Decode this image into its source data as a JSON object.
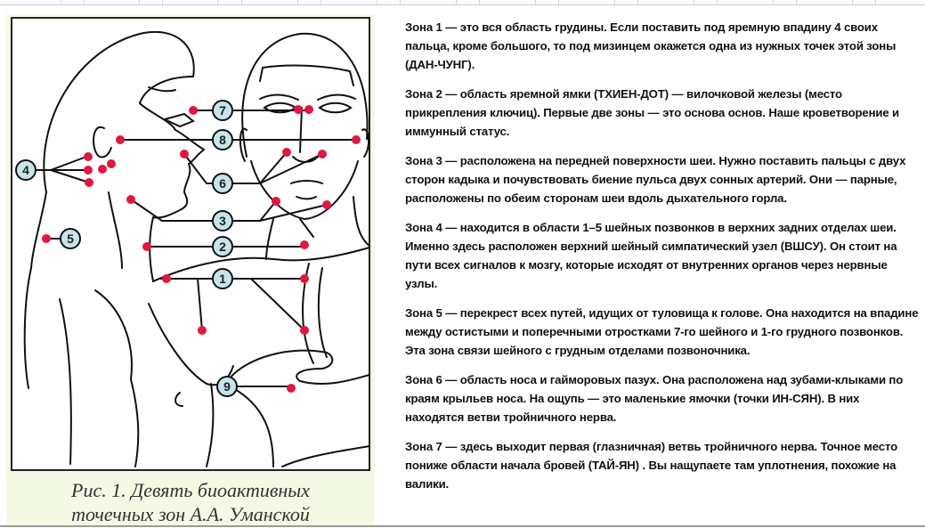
{
  "figure": {
    "caption_line1": "Рис. 1. Девять биоактивных",
    "caption_line2": "точечных зон А.А. Уманской",
    "zone_labels": [
      "1",
      "2",
      "3",
      "4",
      "5",
      "6",
      "7",
      "8",
      "9"
    ],
    "colors": {
      "background": "#f4f9e6",
      "point": "#e0173f",
      "label_fill": "#c7e4ea",
      "line": "#111111"
    }
  },
  "zones": [
    {
      "text": "Зона 1 — это вся область грудины. Если поставить под яремную впадину 4 своих пальца, кроме большого, то под мизинцем окажется одна из нужных точек этой зоны (ДАН-ЧУНГ)."
    },
    {
      "text": "Зона 2 — область яремной ямки (ТХИЕН-ДОТ) — вилочковой железы (место прикрепления ключиц). Первые две зоны — это основа основ. Наше кроветворение и иммунный статус."
    },
    {
      "text": "Зона 3 — расположена на передней поверхности шеи. Нужно поставить пальцы с двух сторон кадыка и почувствовать биение пульса двух сонных артерий. Они — парные, расположены по обеим сторонам шеи вдоль дыхательного горла."
    },
    {
      "text": "Зона 4 — находится в области 1–5 шейных позвонков в верхних задних отделах шеи. Именно здесь расположен верхний шейный симпатический узел (ВШСУ). Он стоит на пути всех сигналов к мозгу, которые исходят от внутренних органов через нервные узлы."
    },
    {
      "text": "Зона 5 — перекрест всех путей, идущих от туловища к голове. Она находится на впадине между остистыми и поперечными отростками 7-го шейного и 1-го грудного позвонков. Эта зона связи шейного с грудным отделами позвоночника."
    },
    {
      "text": "Зона 6 — область носа и гайморовых пазух. Она расположена над зубами-клыками по краям крыльев носа. На ощупь — это маленькие ямочки (точки ИН-СЯН). В них находятся ветви тройничного нерва."
    },
    {
      "text": "Зона 7 — здесь выходит первая (глазничная) ветвь тройничного нерва. Точное место пониже области начала бровей (ТАЙ-ЯН) . Вы нащупаете там уплотнения, похожие на валики."
    }
  ]
}
